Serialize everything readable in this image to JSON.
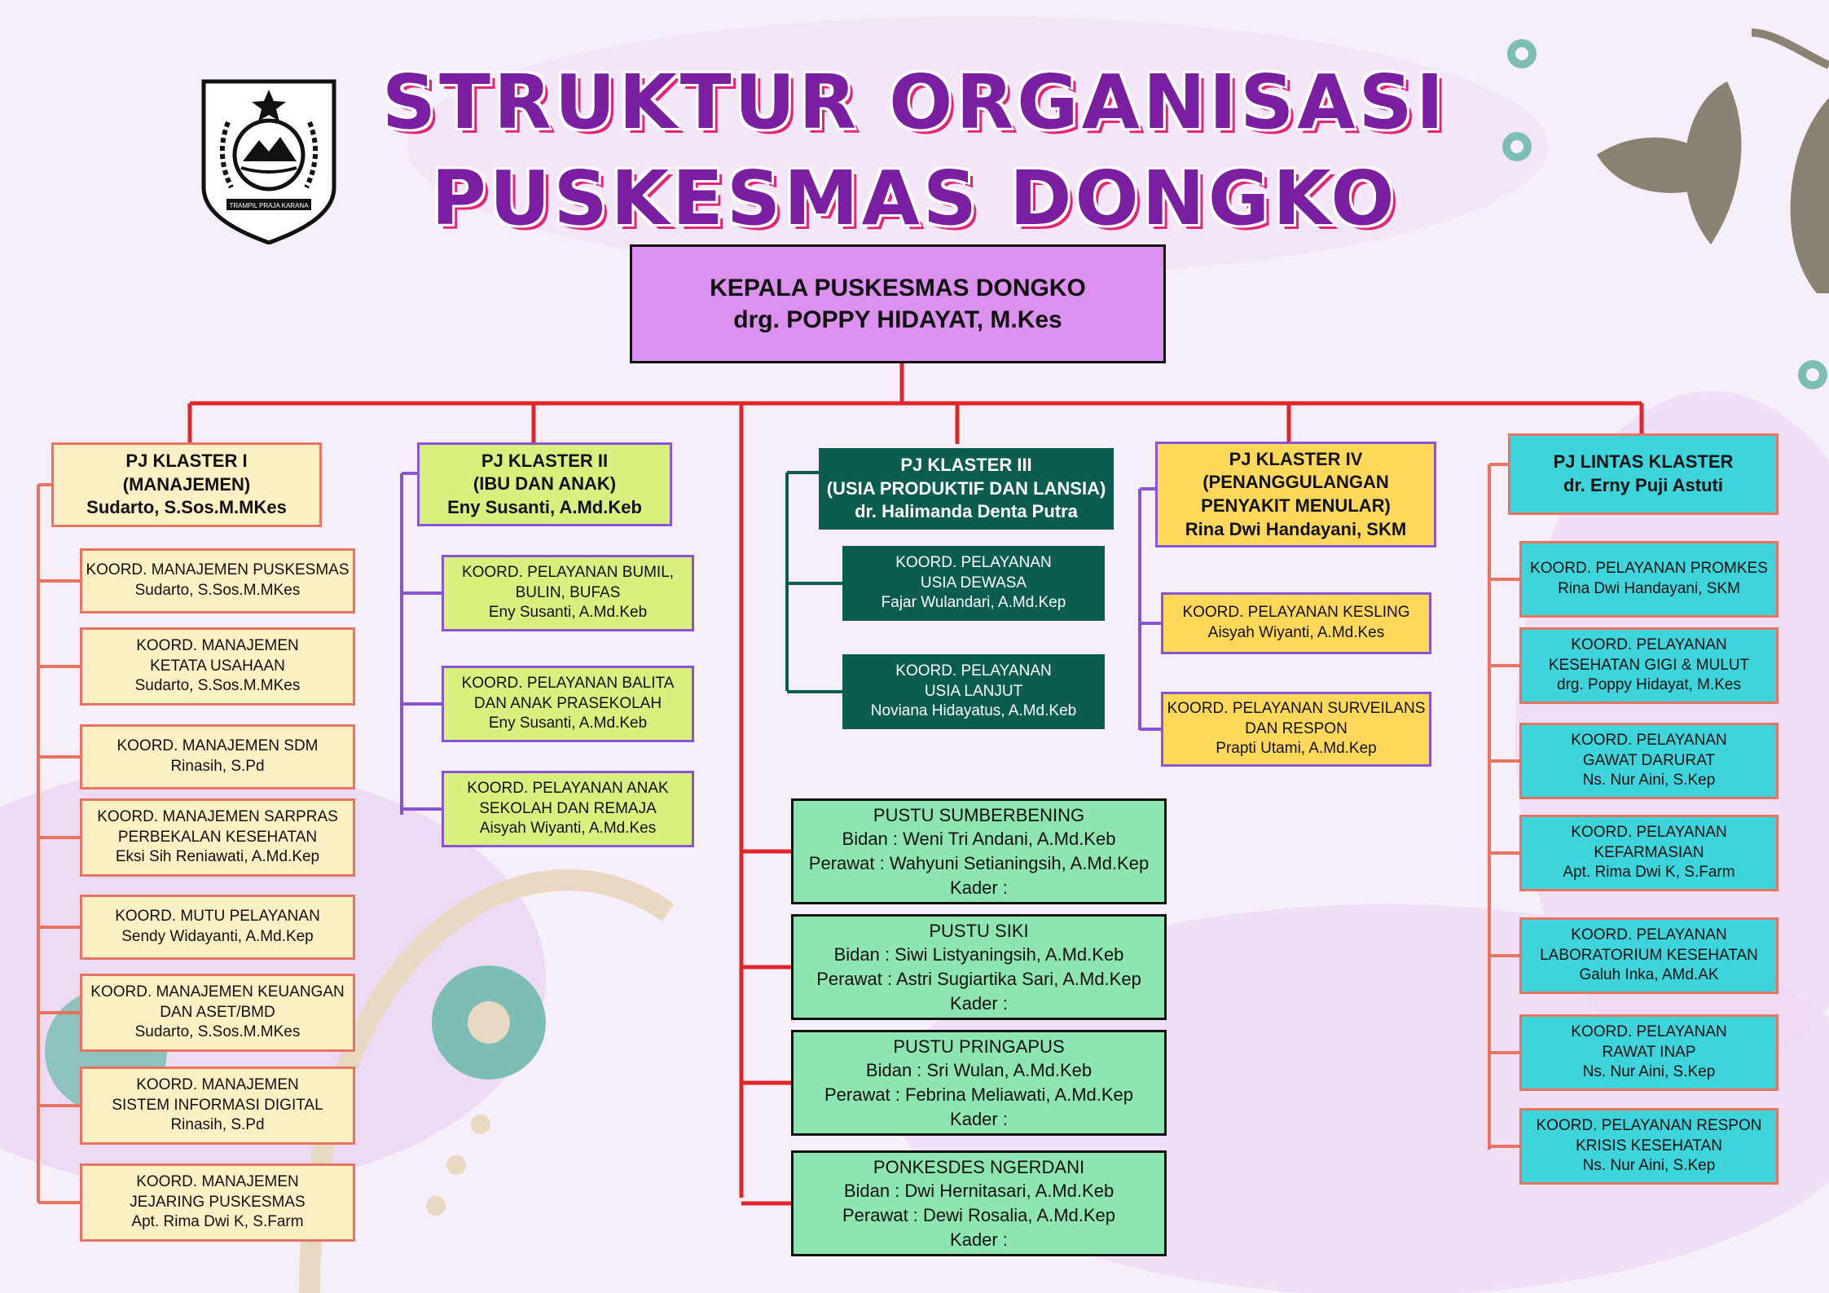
{
  "header": {
    "title_line1": "STRUKTUR ORGANISASI",
    "title_line2": "PUSKESMAS DONGKO",
    "logo_icon": "regency-emblem-icon",
    "logo_text": "TRAMPIL PRAJA KARANA"
  },
  "head": {
    "title": "KEPALA PUSKESMAS DONGKO",
    "name": "drg. POPPY HIDAYAT, M.Kes"
  },
  "colors": {
    "connector": "#e0262a",
    "klaster1": "#fdf0c4",
    "klaster2": "#d9ef7e",
    "klaster3": "#0b5e4f",
    "klaster4": "#fdd85a",
    "lintas": "#3dd4dc",
    "pustu": "#8de5b0",
    "head": "#dc91f0"
  },
  "klaster1": {
    "header": [
      "PJ KLASTER I",
      "(MANAJEMEN)",
      "Sudarto, S.Sos.M.MKes"
    ],
    "items": [
      [
        "KOORD. MANAJEMEN PUSKESMAS",
        "Sudarto, S.Sos.M.MKes"
      ],
      [
        "KOORD. MANAJEMEN",
        "KETATA USAHAAN",
        "Sudarto, S.Sos.M.MKes"
      ],
      [
        "KOORD. MANAJEMEN SDM",
        "Rinasih, S.Pd"
      ],
      [
        "KOORD. MANAJEMEN SARPRAS",
        "PERBEKALAN KESEHATAN",
        "Eksi Sih Reniawati, A.Md.Kep"
      ],
      [
        "KOORD. MUTU PELAYANAN",
        "Sendy Widayanti, A.Md.Kep"
      ],
      [
        "KOORD. MANAJEMEN KEUANGAN",
        "DAN ASET/BMD",
        "Sudarto, S.Sos.M.MKes"
      ],
      [
        "KOORD. MANAJEMEN",
        "SISTEM INFORMASI DIGITAL",
        "Rinasih, S.Pd"
      ],
      [
        "KOORD. MANAJEMEN",
        "JEJARING PUSKESMAS",
        "Apt. Rima Dwi K, S.Farm"
      ]
    ]
  },
  "klaster2": {
    "header": [
      "PJ KLASTER II",
      "(IBU DAN ANAK)",
      "Eny Susanti, A.Md.Keb"
    ],
    "items": [
      [
        "KOORD. PELAYANAN BUMIL,",
        "BULIN, BUFAS",
        "Eny Susanti, A.Md.Keb"
      ],
      [
        "KOORD. PELAYANAN BALITA",
        "DAN ANAK PRASEKOLAH",
        "Eny Susanti, A.Md.Keb"
      ],
      [
        "KOORD. PELAYANAN ANAK",
        "SEKOLAH DAN REMAJA",
        "Aisyah Wiyanti, A.Md.Kes"
      ]
    ]
  },
  "klaster3": {
    "header": [
      "PJ KLASTER III",
      "(USIA PRODUKTIF DAN LANSIA)",
      "dr. Halimanda Denta Putra"
    ],
    "items": [
      [
        "KOORD. PELAYANAN",
        "USIA DEWASA",
        "Fajar Wulandari, A.Md.Kep"
      ],
      [
        "KOORD. PELAYANAN",
        "USIA LANJUT",
        "Noviana Hidayatus, A.Md.Keb"
      ]
    ]
  },
  "klaster4": {
    "header": [
      "PJ KLASTER IV",
      "(PENANGGULANGAN",
      "PENYAKIT MENULAR)",
      "Rina Dwi Handayani, SKM"
    ],
    "items": [
      [
        "KOORD. PELAYANAN KESLING",
        "Aisyah Wiyanti, A.Md.Kes"
      ],
      [
        "KOORD. PELAYANAN SURVEILANS",
        "DAN RESPON",
        "Prapti Utami, A.Md.Kep"
      ]
    ]
  },
  "lintas": {
    "header": [
      "PJ LINTAS KLASTER",
      "dr. Erny Puji Astuti"
    ],
    "items": [
      [
        "KOORD. PELAYANAN PROMKES",
        "Rina Dwi Handayani, SKM"
      ],
      [
        "KOORD. PELAYANAN",
        "KESEHATAN GIGI & MULUT",
        "drg. Poppy Hidayat, M.Kes"
      ],
      [
        "KOORD. PELAYANAN",
        "GAWAT DARURAT",
        "Ns. Nur Aini, S.Kep"
      ],
      [
        "KOORD. PELAYANAN",
        "KEFARMASIAN",
        "Apt. Rima Dwi K, S.Farm"
      ],
      [
        "KOORD. PELAYANAN",
        "LABORATORIUM KESEHATAN",
        "Galuh Inka, AMd.AK"
      ],
      [
        "KOORD. PELAYANAN",
        "RAWAT INAP",
        "Ns. Nur Aini, S.Kep"
      ],
      [
        "KOORD. PELAYANAN RESPON",
        "KRISIS KESEHATAN",
        "Ns. Nur Aini, S.Kep"
      ]
    ]
  },
  "pustu": [
    [
      "PUSTU SUMBERBENING",
      "Bidan : Weni Tri Andani, A.Md.Keb",
      "Perawat : Wahyuni Setianingsih, A.Md.Kep",
      "Kader :"
    ],
    [
      "PUSTU SIKI",
      "Bidan : Siwi Listyaningsih, A.Md.Keb",
      "Perawat : Astri Sugiartika Sari, A.Md.Kep",
      "Kader :"
    ],
    [
      "PUSTU PRINGAPUS",
      "Bidan : Sri Wulan, A.Md.Keb",
      "Perawat : Febrina Meliawati, A.Md.Kep",
      "Kader :"
    ],
    [
      "PONKESDES NGERDANI",
      "Bidan : Dwi Hernitasari, A.Md.Keb",
      "Perawat : Dewi Rosalia, A.Md.Kep",
      "Kader :"
    ]
  ]
}
